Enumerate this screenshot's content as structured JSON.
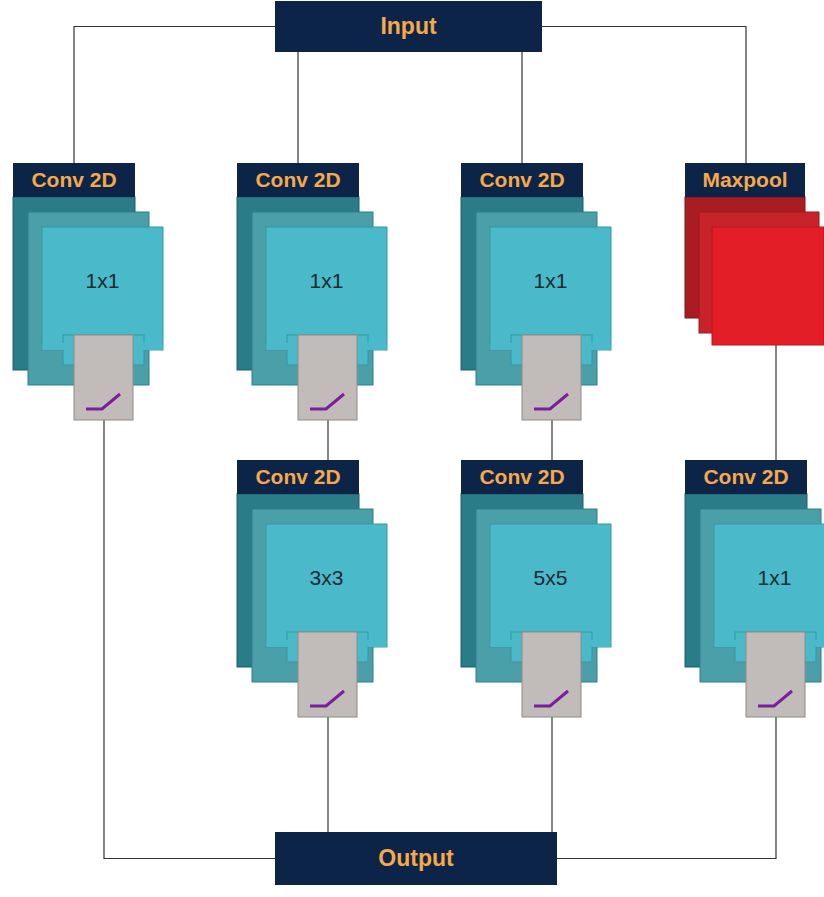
{
  "diagram": {
    "nodes": [
      {
        "text": [
          "Input"
        ]
      },
      {
        "text": [
          "Conv 2D",
          "1x1"
        ]
      },
      {
        "text": [
          "Conv 2D",
          "1x1"
        ]
      },
      {
        "text": [
          "Conv 2D",
          "1x1"
        ]
      },
      {
        "text": [
          "Maxpool"
        ]
      },
      {
        "text": [
          "Conv 2D",
          "3x3"
        ]
      },
      {
        "text": [
          "Conv 2D",
          "5x5"
        ]
      },
      {
        "text": [
          "Conv 2D",
          "1x1"
        ]
      },
      {
        "text": [
          "Output"
        ]
      }
    ],
    "edges": [
      {
        "from": 0,
        "to": 1,
        "arrow": "none"
      },
      {
        "from": 0,
        "to": 2,
        "arrow": "none"
      },
      {
        "from": 0,
        "to": 3,
        "arrow": "none"
      },
      {
        "from": 0,
        "to": 4,
        "arrow": "none"
      },
      {
        "from": 2,
        "to": 5,
        "arrow": "none"
      },
      {
        "from": 3,
        "to": 6,
        "arrow": "none"
      },
      {
        "from": 4,
        "to": 7,
        "arrow": "none"
      },
      {
        "from": 1,
        "to": 8,
        "arrow": "none"
      },
      {
        "from": 5,
        "to": 8,
        "arrow": "none"
      },
      {
        "from": 6,
        "to": 8,
        "arrow": "none"
      },
      {
        "from": 7,
        "to": 8,
        "arrow": "none"
      }
    ]
  }
}
